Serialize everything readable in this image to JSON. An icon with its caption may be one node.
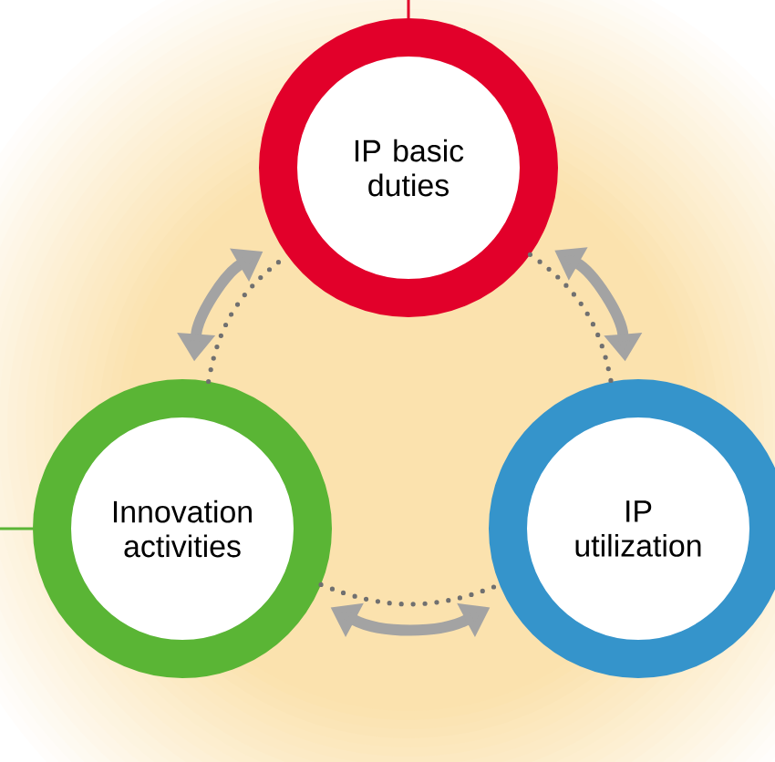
{
  "diagram": {
    "nodes": [
      {
        "text": [
          "IP basic duties"
        ]
      },
      {
        "text": [
          "Innovation activities"
        ]
      },
      {
        "text": [
          "IP utilization"
        ]
      }
    ],
    "edges": [
      {
        "from": 1,
        "to": 0,
        "arrow": "both",
        "style": "thick",
        "color": "#a3a3a3"
      },
      {
        "from": 0,
        "to": 2,
        "arrow": "both",
        "style": "thick",
        "color": "#a3a3a3"
      },
      {
        "from": 1,
        "to": 2,
        "arrow": "both",
        "style": "thick",
        "color": "#a3a3a3"
      },
      {
        "from": 1,
        "to": 0,
        "arrow": "none",
        "style": "dashed",
        "color": "#707070"
      },
      {
        "from": 0,
        "to": 2,
        "arrow": "none",
        "style": "dashed",
        "color": "#707070"
      },
      {
        "from": 1,
        "to": 2,
        "arrow": "none",
        "style": "dashed",
        "color": "#707070"
      },
      {
        "from": null,
        "to": 0,
        "arrow": "none",
        "color": "#e2002a"
      },
      {
        "from": null,
        "to": 1,
        "arrow": "none",
        "color": "#5ab535"
      }
    ]
  }
}
